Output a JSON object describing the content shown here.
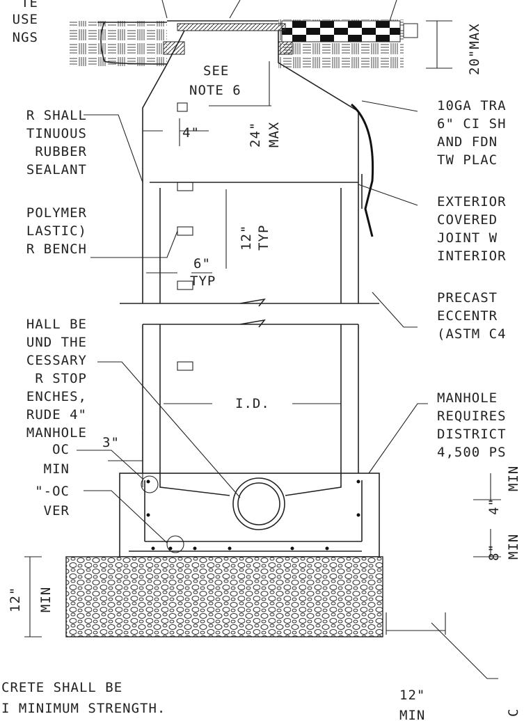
{
  "notes_left": [
    "TE",
    "USE",
    "NGS",
    "R SHALL",
    "TINUOUS",
    "RUBBER",
    "SEALANT",
    "POLYMER",
    "LASTIC)",
    "R BENCH",
    "HALL BE",
    "UND THE",
    "CESSARY",
    "R STOP",
    "ENCHES,",
    "RUDE 4\"",
    "MANHOLE",
    "OC",
    "MIN",
    "\"-OC",
    "VER"
  ],
  "notes_right": [
    "10GA TRA",
    "6\" CI SH",
    "AND FDN",
    "TW PLAC",
    "EXTERIOR",
    "COVERED",
    "JOINT W",
    "INTERIOR",
    "PRECAST",
    "ECCENTR",
    "(ASTM C4",
    "MANHOLE",
    "REQUIRES",
    "DISTRICT",
    "4,500 PS"
  ],
  "note_bottom": [
    "CRETE SHALL BE",
    "I MINIMUM STRENGTH."
  ],
  "dims": {
    "cover_max": "20\"MAX",
    "see_note_1": "SEE",
    "see_note_2": "NOTE 6",
    "wall_4": "4\"",
    "riser_24": "24\"",
    "riser_max": "MAX",
    "step_12": "12\"",
    "step_typ": "TYP",
    "step_6": "6\"",
    "step_6_typ": "TYP",
    "id": "I.D.",
    "wall_3": "3\"",
    "base_4": "4\"",
    "base_4_min": "MIN",
    "base_8": "8\"",
    "base_8_min": "MIN",
    "gravel_12": "12\"",
    "gravel_12_min": "MIN",
    "bottom_12": "12\"",
    "bottom_min": "MIN",
    "cut_char": "C"
  }
}
